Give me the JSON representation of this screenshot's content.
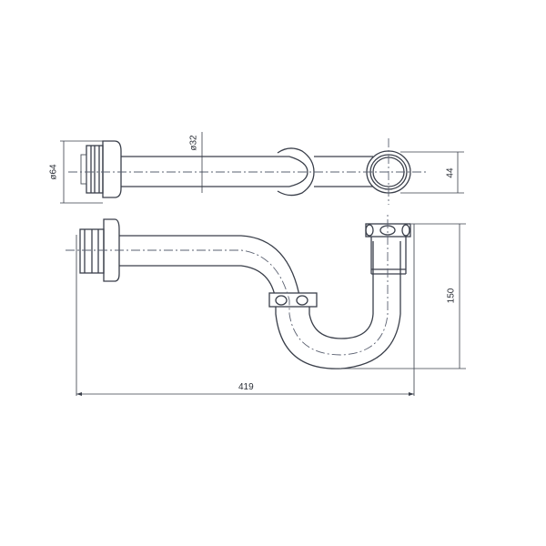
{
  "drawing": {
    "type": "technical drawing",
    "subject": "bottle trap / P-trap pipe (top view and side view)",
    "line_color": "#3a3f4a",
    "background": "#ffffff"
  },
  "dimensions": {
    "outer_diameter": "ø64",
    "pipe_diameter": "ø32",
    "top_view_height": "44",
    "trap_height": "150",
    "overall_length": "419"
  }
}
